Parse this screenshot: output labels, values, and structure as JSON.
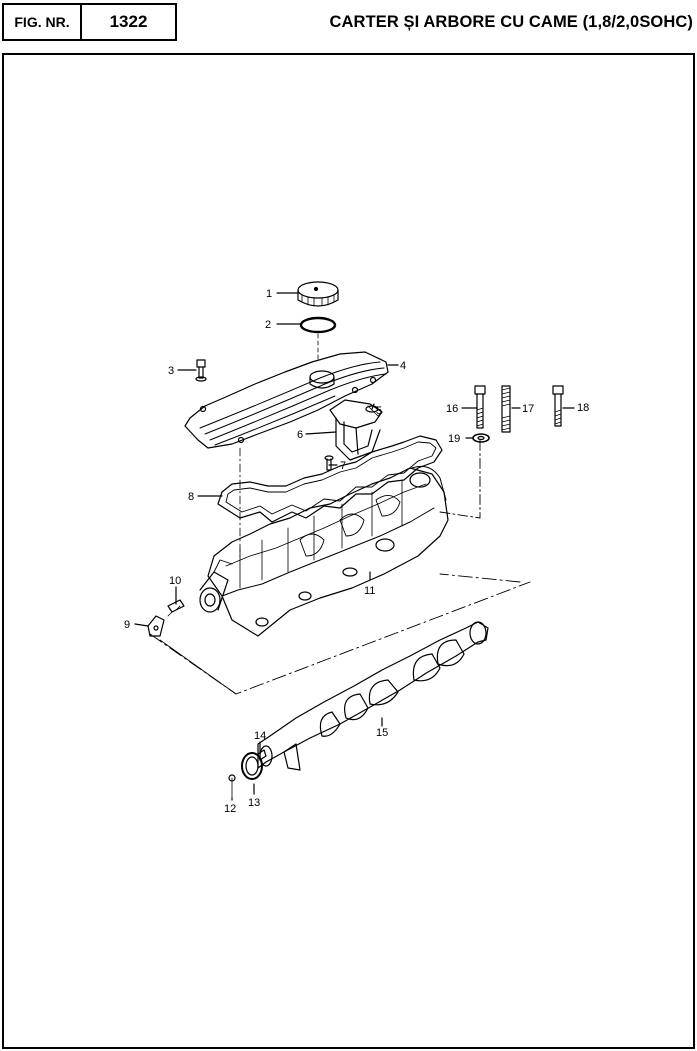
{
  "header": {
    "fig_label": "FIG. NR.",
    "fig_number": "1322",
    "title": "CARTER ȘI ARBORE CU CAME (1,8/2,0SOHC)"
  },
  "callouts": [
    "1",
    "2",
    "3",
    "4",
    "5",
    "6",
    "7",
    "8",
    "9",
    "10",
    "11",
    "12",
    "13",
    "14",
    "15",
    "16",
    "17",
    "18",
    "19"
  ]
}
